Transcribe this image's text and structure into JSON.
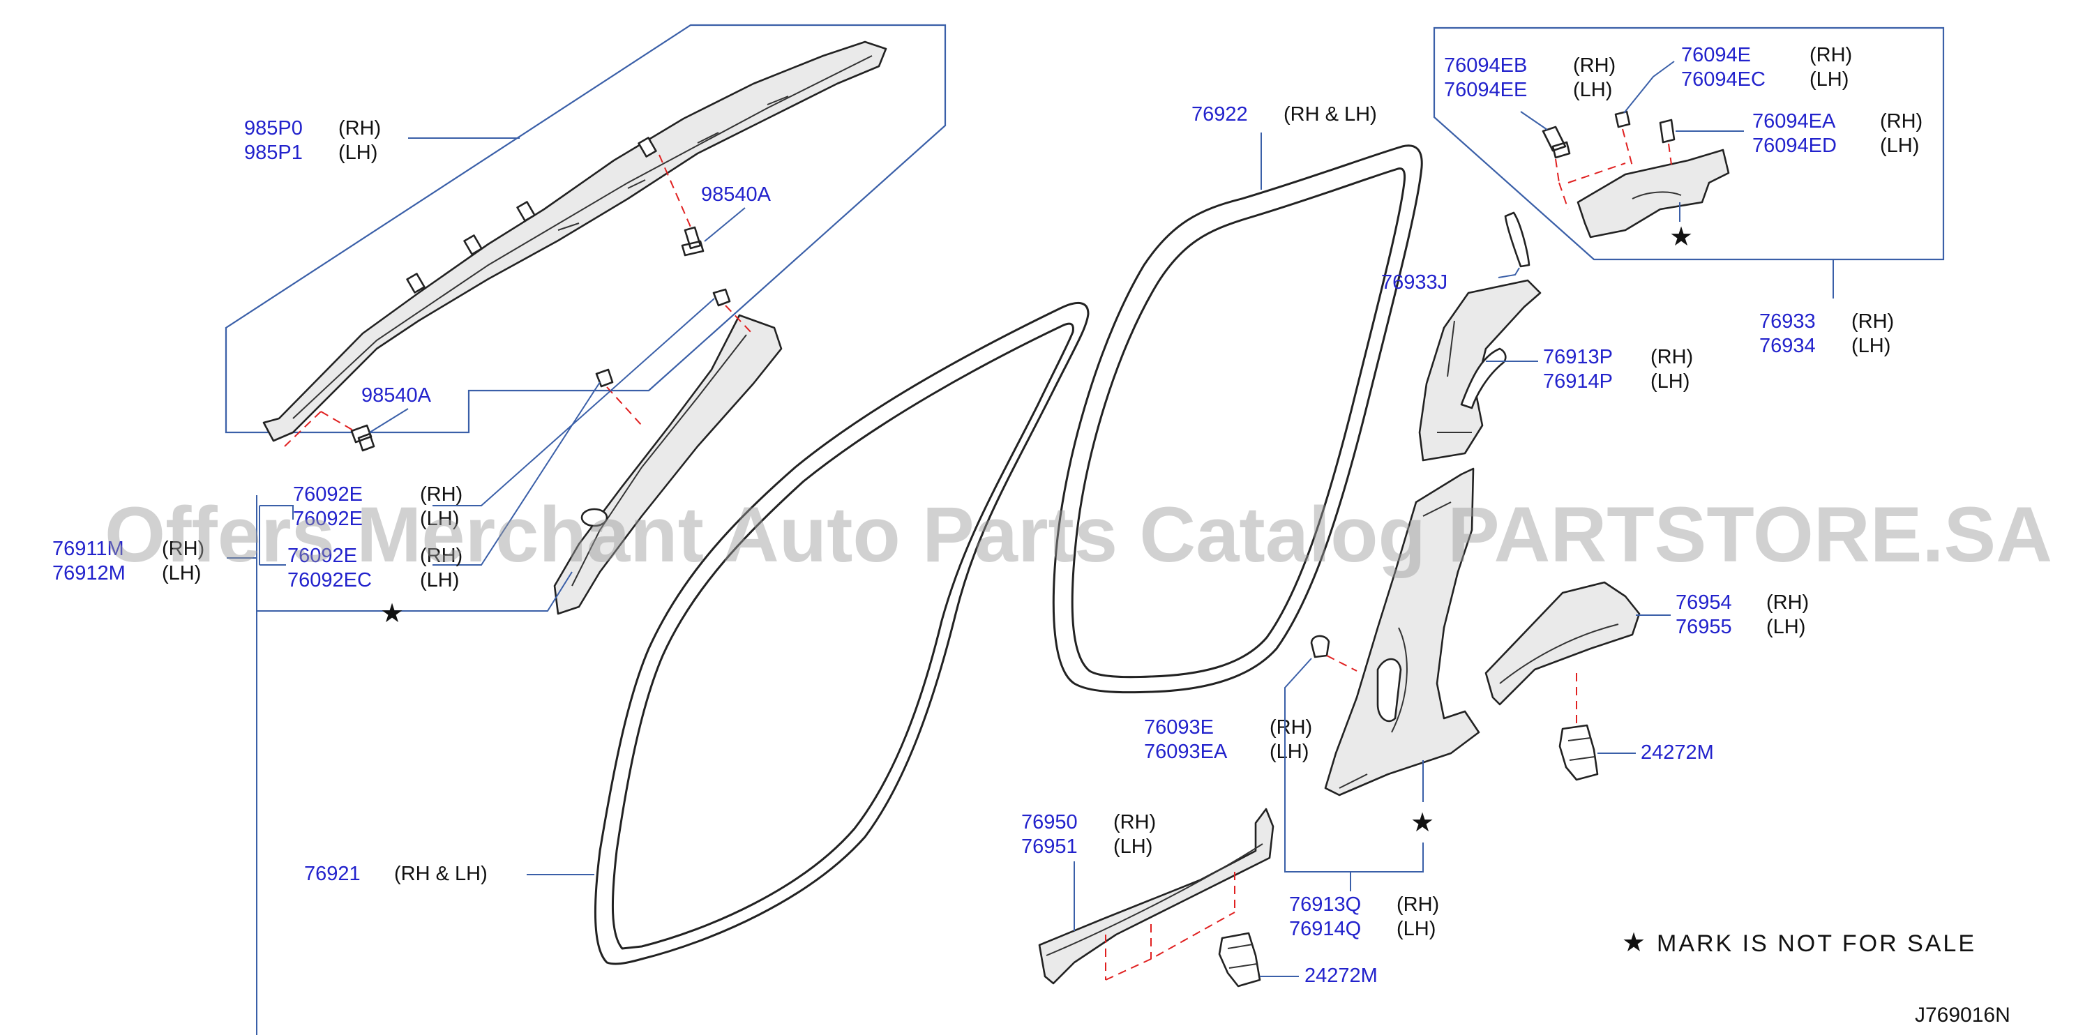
{
  "watermark": "Offers Merchant Auto Parts Catalog PARTSTORE.SA",
  "diagram_code": "J769016N",
  "note": "MARK IS NOT FOR SALE",
  "star_symbol": "★",
  "side": {
    "rh": "(RH)",
    "lh": "(LH)",
    "rh_lh": "(RH & LH)"
  },
  "labels": {
    "p985P0": "985P0",
    "p985P1": "985P1",
    "p98540A_top": "98540A",
    "p98540A_bottom": "98540A",
    "p76092E_1": "76092E",
    "p76092E_2": "76092E",
    "p76092E_3": "76092E",
    "p76092EC": "76092EC",
    "p76911M": "76911M",
    "p76912M": "76912M",
    "p76921": "76921",
    "p76922": "76922",
    "p76933J": "76933J",
    "p76913P": "76913P",
    "p76914P": "76914P",
    "p76094EB": "76094EB",
    "p76094EE": "76094EE",
    "p76094E": "76094E",
    "p76094EC": "76094EC",
    "p76094EA": "76094EA",
    "p76094ED": "76094ED",
    "p76933": "76933",
    "p76934": "76934",
    "p76954": "76954",
    "p76955": "76955",
    "p24272M_right": "24272M",
    "p24272M_bottom": "24272M",
    "p76093E": "76093E",
    "p76093EA": "76093EA",
    "p76913Q": "76913Q",
    "p76914Q": "76914Q",
    "p76950": "76950",
    "p76951": "76951"
  }
}
